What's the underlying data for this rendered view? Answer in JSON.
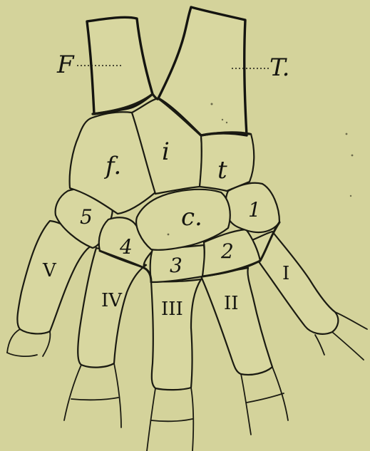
{
  "labels": {
    "fibula": "F",
    "tibia": "T.",
    "fibulare": "f.",
    "intermedium": "i",
    "tibiale": "t",
    "centrale": "c.",
    "carpal_1": "1",
    "carpal_2": "2",
    "carpal_3": "3",
    "carpal_4": "4",
    "carpal_5": "5",
    "digit_1": "I",
    "digit_2": "II",
    "digit_3": "III",
    "digit_4": "IV",
    "digit_5": "V"
  },
  "colors": {
    "background": "#d4d39b",
    "ink": "#1b1b12"
  }
}
